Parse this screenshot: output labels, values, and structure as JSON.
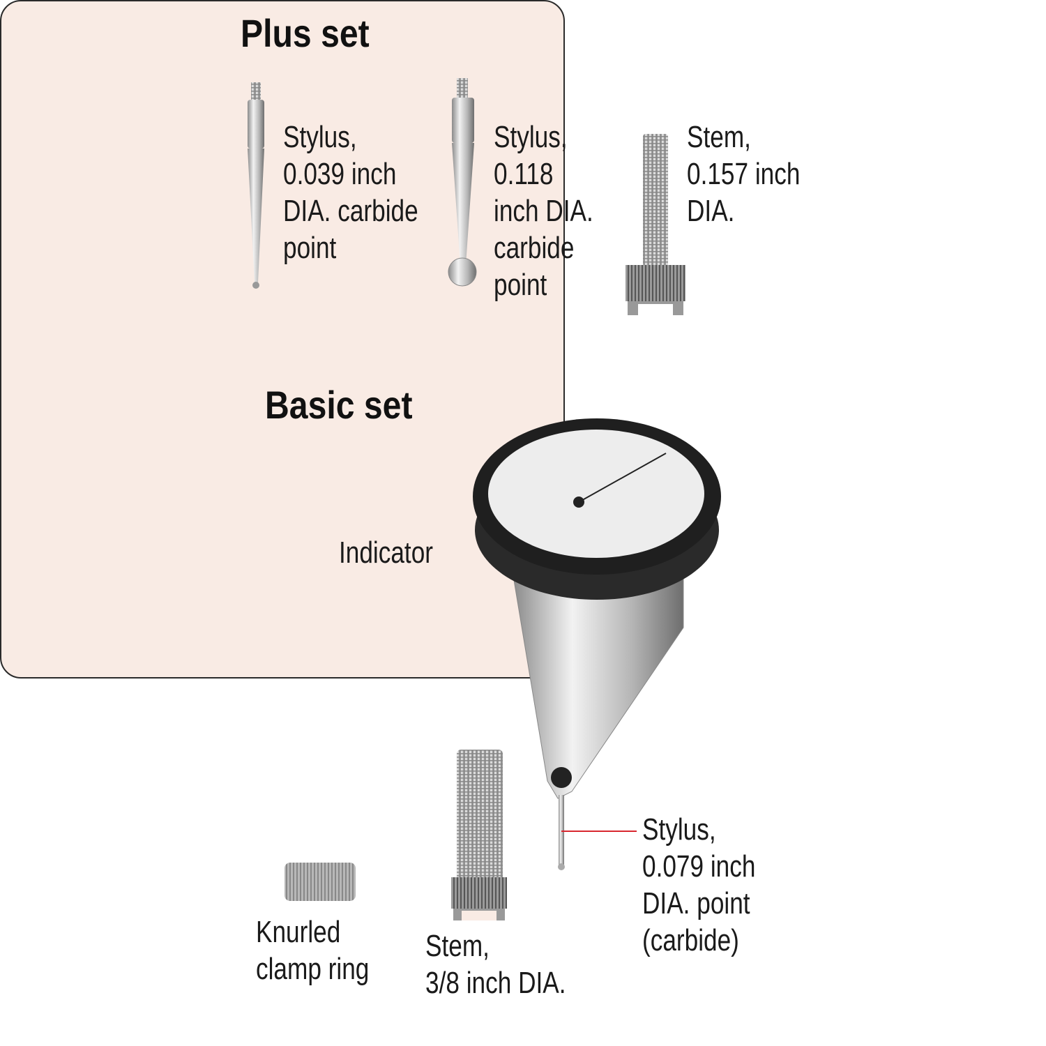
{
  "plus_set": {
    "title": "Plus set",
    "items": [
      {
        "lines": [
          "Stylus,",
          "0.039 inch",
          "DIA. carbide",
          "point"
        ]
      },
      {
        "lines": [
          "Stylus,",
          "0.118",
          "inch DIA.",
          "carbide",
          "point"
        ]
      },
      {
        "lines": [
          "Stem,",
          "0.157 inch",
          "DIA."
        ]
      }
    ]
  },
  "basic_set": {
    "title": "Basic set",
    "indicator_label": "Indicator",
    "stylus_label": [
      "Stylus,",
      "0.079 inch",
      "DIA. point",
      "(carbide)"
    ],
    "stem_label": [
      "Stem,",
      "3/8 inch DIA."
    ],
    "ring_label": [
      "Knurled",
      "clamp ring"
    ]
  },
  "colors": {
    "box_bg": "#f9ebe4",
    "leader_line": "#d8262f"
  }
}
